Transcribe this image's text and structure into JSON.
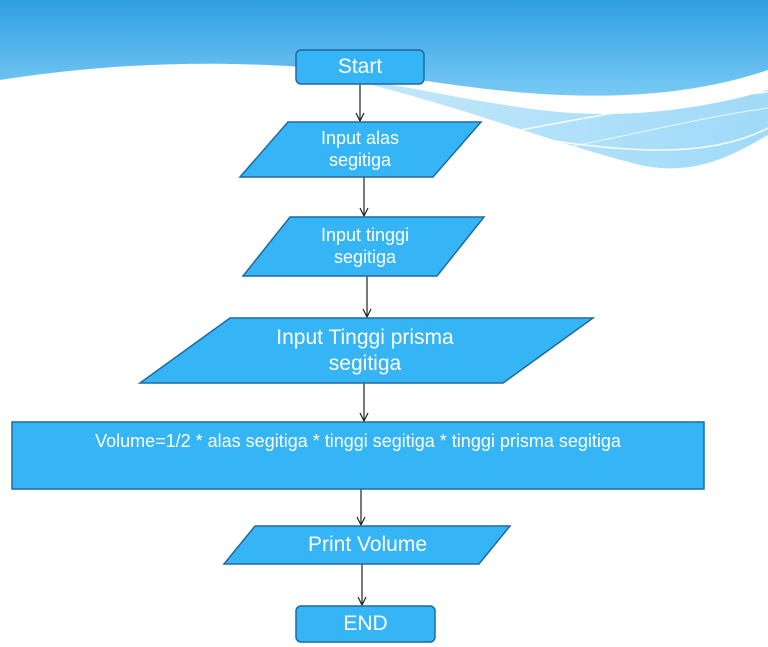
{
  "diagram": {
    "colors": {
      "fill": "#35b5f5",
      "stroke": "#1e6aa0",
      "arrow": "#222222",
      "header_wave": "#3ba7e6"
    },
    "nodes": {
      "start": "Start",
      "input_alas": "Input  alas\nsegitiga",
      "input_tinggi": "Input tinggi\nsegitiga",
      "input_tinggi_prisma": "Input Tinggi  prisma\nsegitiga",
      "volume_formula": "Volume=1/2 * alas segitiga * tinggi segitiga * tinggi prisma segitiga",
      "print_volume": "Print Volume",
      "end": "END"
    },
    "edges": [
      {
        "from": "start",
        "to": "input_alas"
      },
      {
        "from": "input_alas",
        "to": "input_tinggi"
      },
      {
        "from": "input_tinggi",
        "to": "input_tinggi_prisma"
      },
      {
        "from": "input_tinggi_prisma",
        "to": "volume_formula"
      },
      {
        "from": "volume_formula",
        "to": "print_volume"
      },
      {
        "from": "print_volume",
        "to": "end"
      }
    ]
  }
}
